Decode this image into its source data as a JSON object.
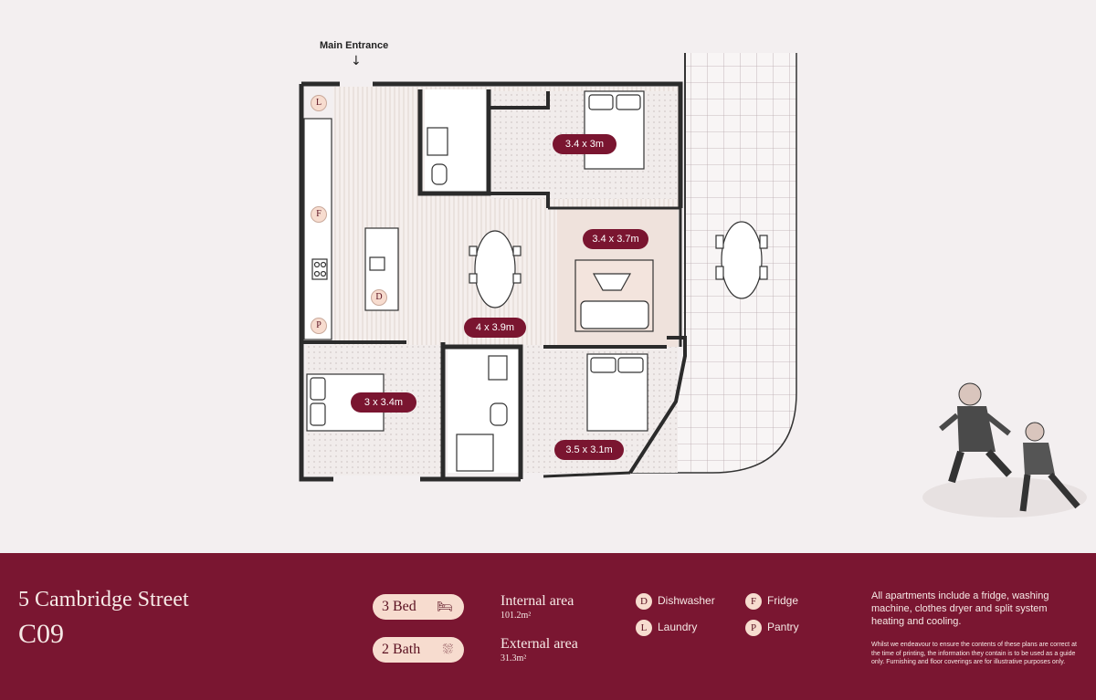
{
  "plan": {
    "main_entrance": "Main Entrance",
    "rooms": [
      {
        "id": "bed1",
        "label": "3.4 x 3m"
      },
      {
        "id": "living",
        "label": "3.4 x 3.7m"
      },
      {
        "id": "dining",
        "label": "4 x 3.9m"
      },
      {
        "id": "bed2",
        "label": "3 x 3.4m"
      },
      {
        "id": "bed3",
        "label": "3.5 x 3.1m"
      }
    ],
    "markers": {
      "laundry": "L",
      "fridge": "F",
      "dishwasher": "D",
      "pantry": "P"
    }
  },
  "footer": {
    "address": "5 Cambridge Street",
    "unit": "C09",
    "bed_label": "3 Bed",
    "bath_label": "2 Bath",
    "bed_icon": "bed-icon",
    "bath_icon": "shower-icon",
    "internal_title": "Internal area",
    "internal_value": "101.2m²",
    "external_title": "External area",
    "external_value": "31.3m²",
    "legend": [
      {
        "letter": "D",
        "label": "Dishwasher"
      },
      {
        "letter": "F",
        "label": "Fridge"
      },
      {
        "letter": "L",
        "label": "Laundry"
      },
      {
        "letter": "P",
        "label": "Pantry"
      }
    ],
    "note_main": "All apartments include a fridge, washing machine, clothes dryer and split system heating and cooling.",
    "note_disclaimer": "Whilst we endeavour to ensure the contents of these plans are correct at the time of printing, the information they contain is to be used as a guide only. Furnishing and floor coverings are for illustrative purposes only."
  },
  "colors": {
    "brand": "#7a1631",
    "accent": "#f7dccf",
    "background": "#f3eff0"
  }
}
